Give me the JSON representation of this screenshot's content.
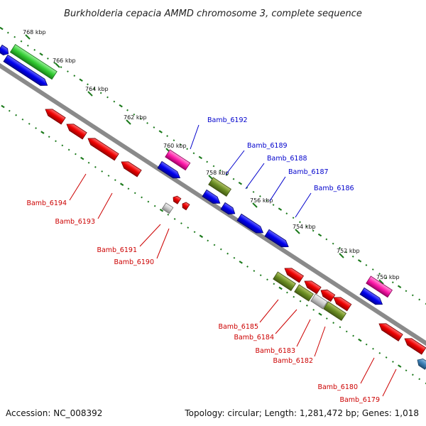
{
  "title": "Burkholderia cepacia AMMD chromosome 3, complete sequence",
  "footer": {
    "accession": "Accession: NC_008392",
    "summary": "Topology: circular; Length: 1,281,472 bp; Genes: 1,018"
  },
  "colors": {
    "backbone": "#8a8a8a",
    "tick_dots": "#1c7a1c",
    "label_forward": "#0000cc",
    "label_reverse": "#cc0000"
  },
  "ticks": [
    "768 kbp",
    "766 kbp",
    "764 kbp",
    "762 kbp",
    "760 kbp",
    "758 kbp",
    "756 kbp",
    "754 kbp",
    "752 kbp",
    "750 kbp"
  ],
  "forward_labels": [
    "Bamb_6192",
    "Bamb_6189",
    "Bamb_6188",
    "Bamb_6187",
    "Bamb_6186"
  ],
  "reverse_labels": [
    "Bamb_6194",
    "Bamb_6193",
    "Bamb_6191",
    "Bamb_6190",
    "Bamb_6185",
    "Bamb_6184",
    "Bamb_6183",
    "Bamb_6182",
    "Bamb_6180",
    "Bamb_6179"
  ]
}
